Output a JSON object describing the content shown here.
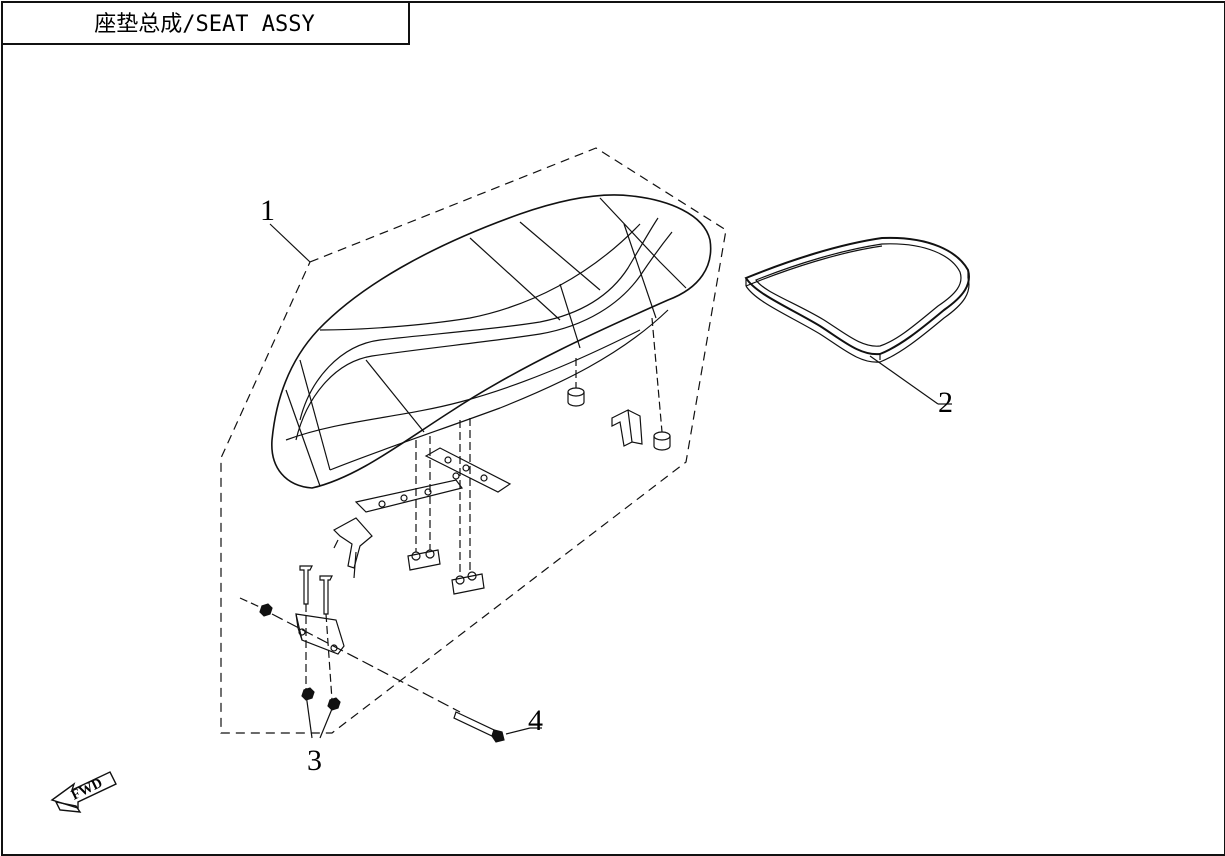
{
  "title": "座垫总成/SEAT ASSY",
  "callouts": {
    "c1": "1",
    "c2": "2",
    "c3": "3",
    "c4": "4"
  },
  "direction_label": "FWD"
}
